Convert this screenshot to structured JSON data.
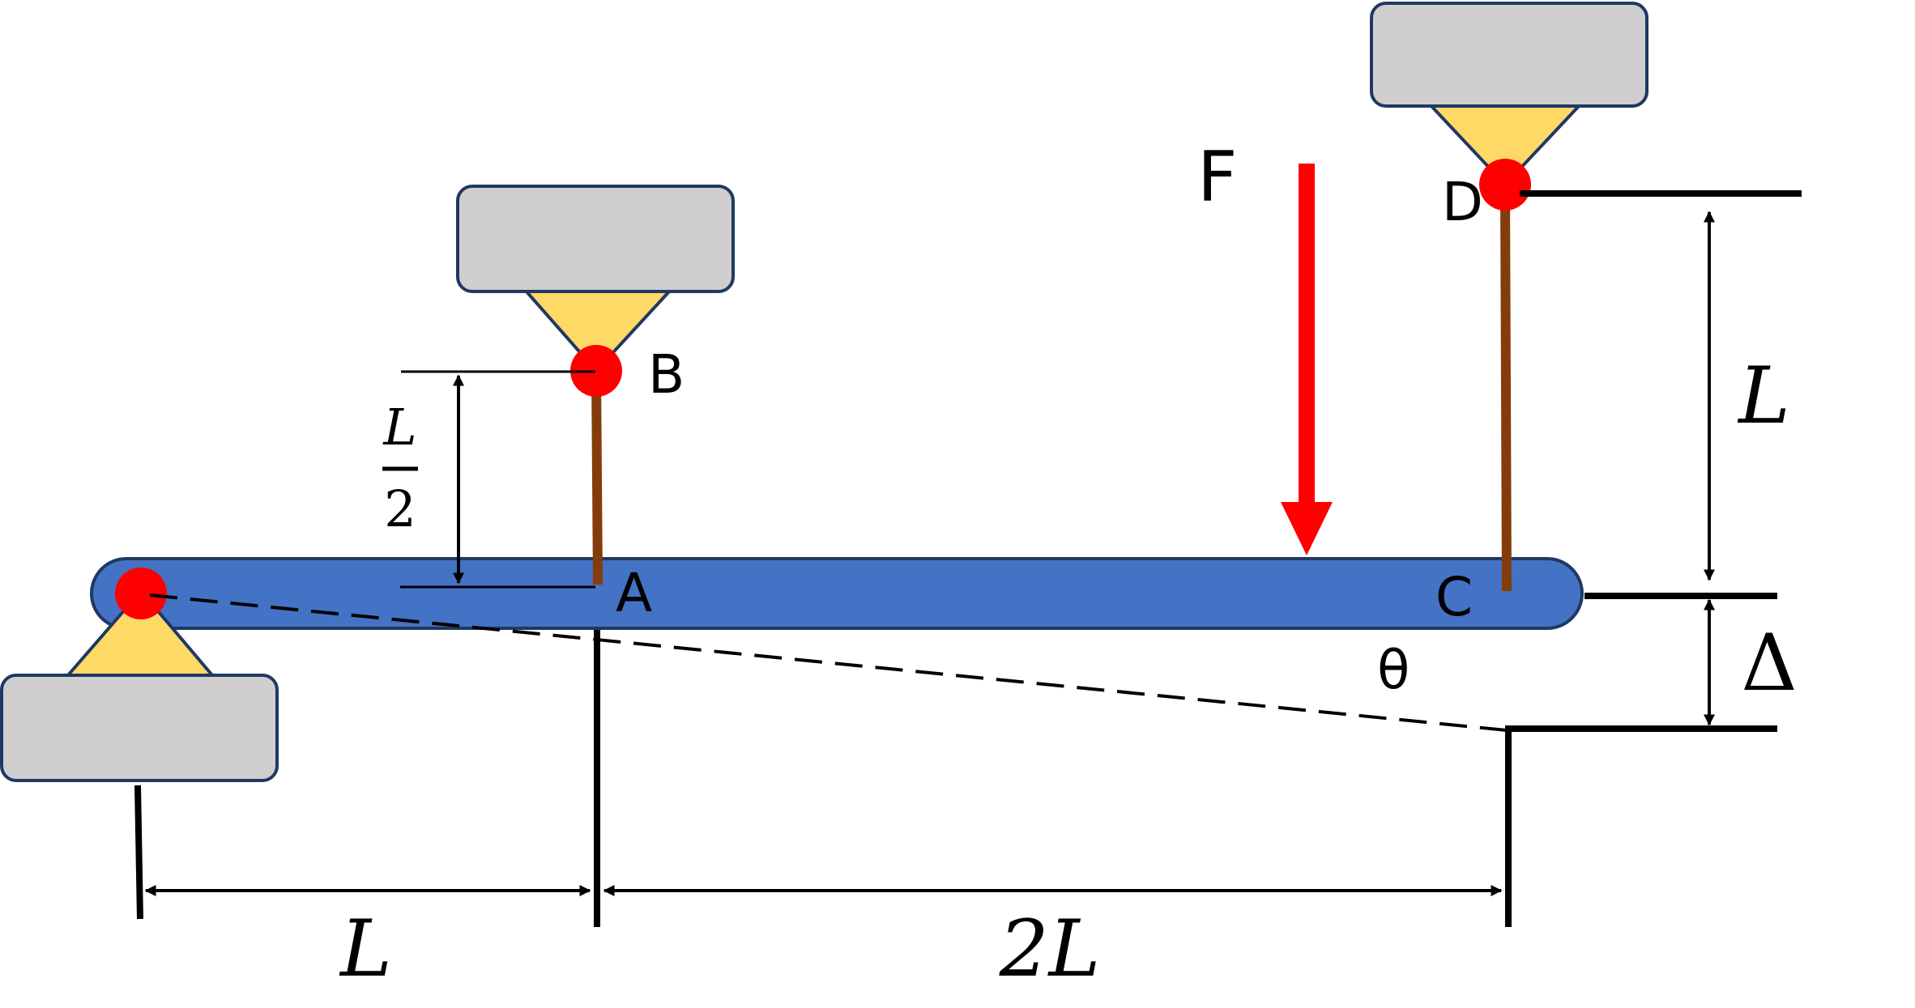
{
  "labels": {
    "point_a": "A",
    "point_b": "B",
    "point_c": "C",
    "point_d": "D",
    "force": "F",
    "angle": "θ",
    "dim_l_half_num": "L",
    "dim_l_half_den": "2",
    "dim_l_right": "L",
    "dim_delta": "Δ",
    "dim_l_bottom": "L",
    "dim_2l_bottom": "2L"
  },
  "colors": {
    "beam": "#4472C4",
    "beam_stroke": "#1F3864",
    "support_body": "#D0CECE",
    "support_mount": "#FFD966",
    "pin": "#FF0000",
    "rod": "#843C0C",
    "force_arrow": "#FF0000",
    "line": "#000000"
  }
}
